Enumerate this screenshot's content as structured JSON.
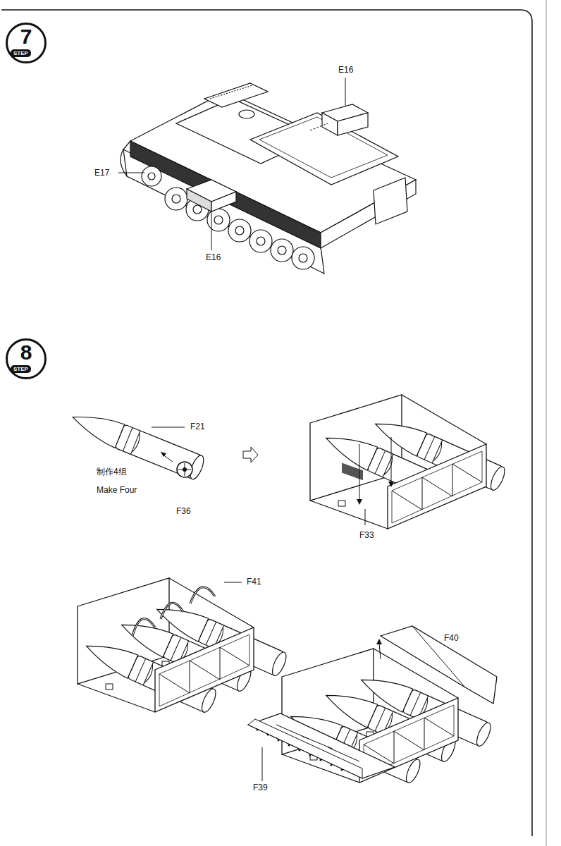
{
  "diagram": {
    "nodes": [
      {
        "text": [
          "7",
          "STEP"
        ]
      },
      {
        "text": [
          "8",
          "STEP"
        ]
      }
    ],
    "labels": [
      "E16",
      "E17",
      "E16",
      "F21",
      "制作4组",
      "Make Four",
      "F36",
      "F33",
      "F41",
      "F40",
      "F39"
    ]
  }
}
